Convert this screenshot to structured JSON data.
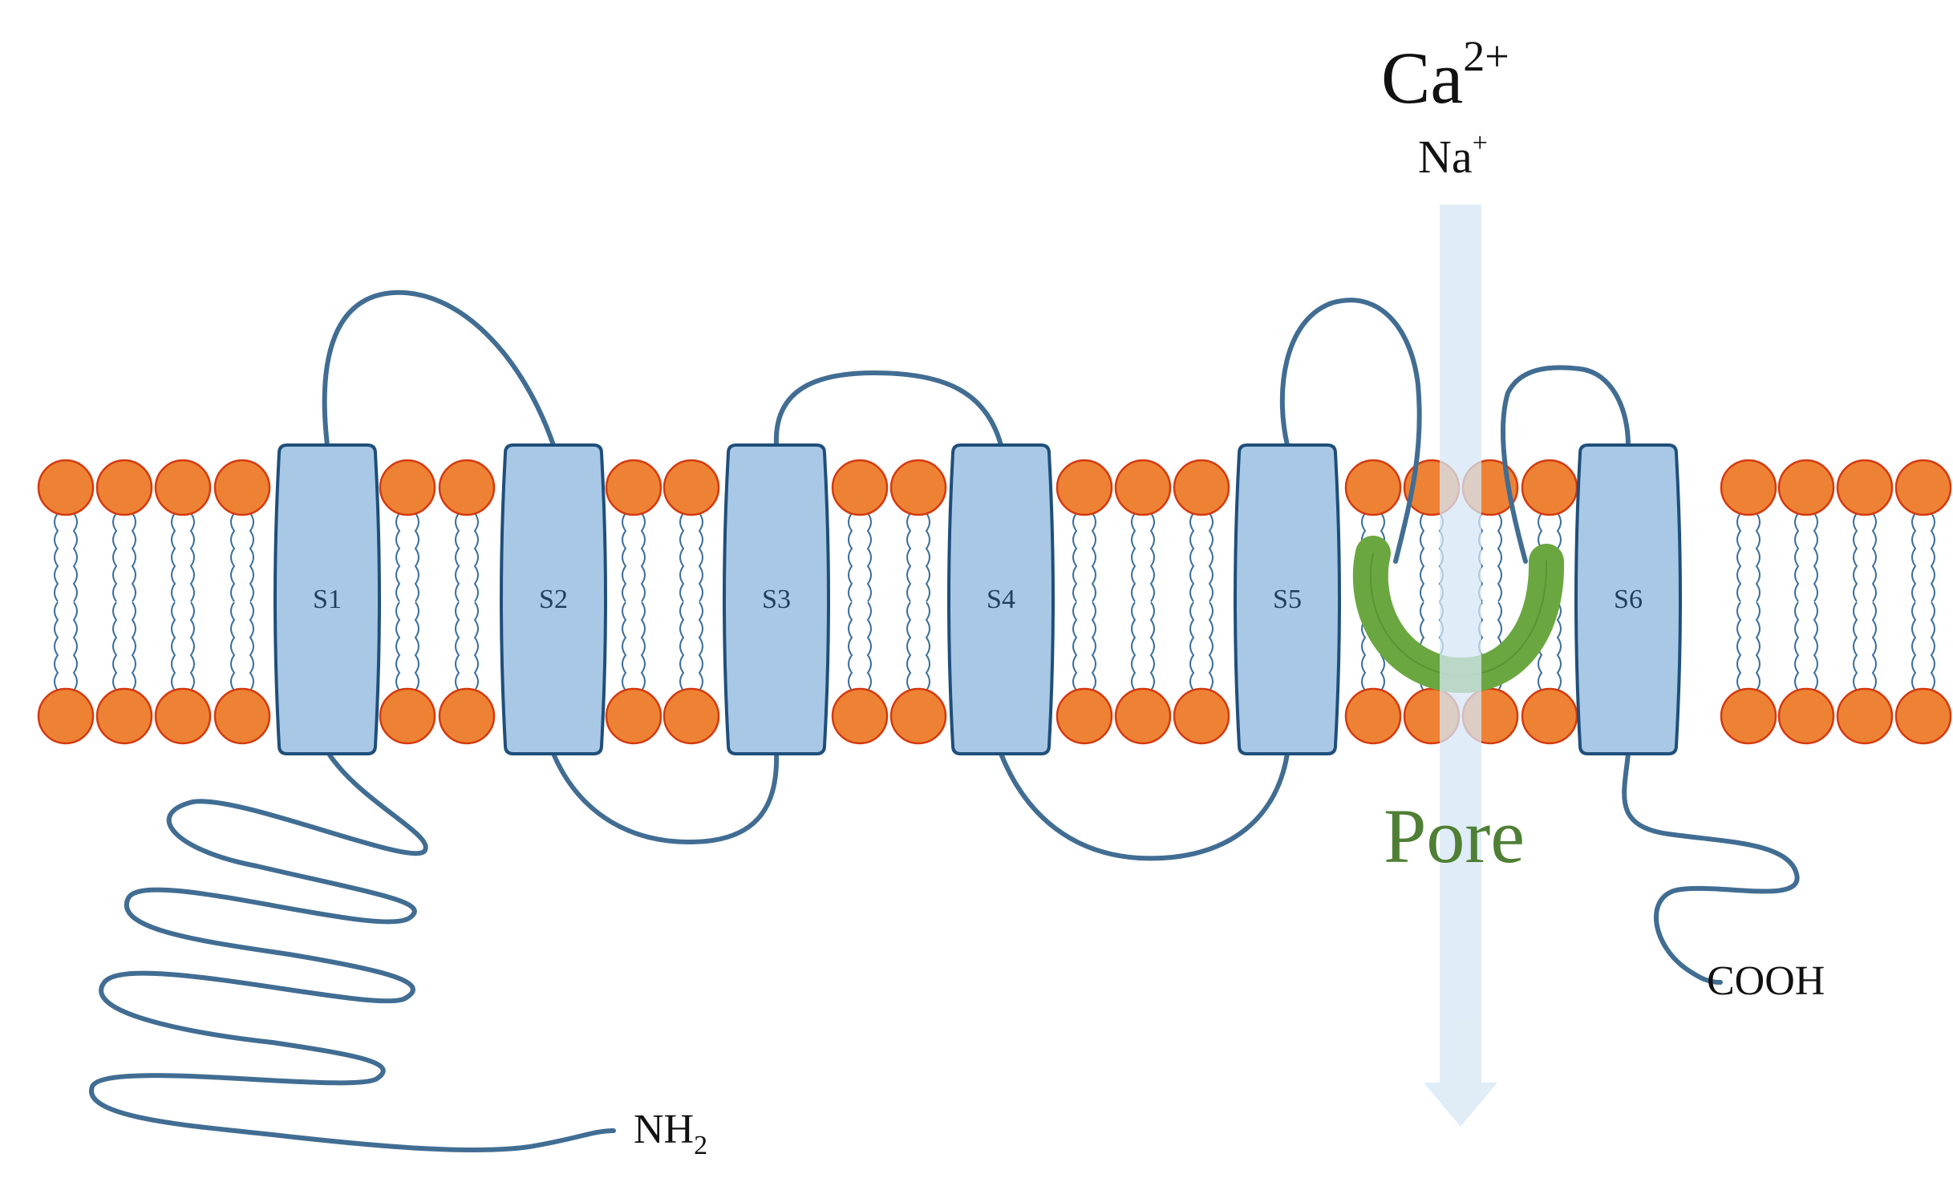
{
  "labels": {
    "ion_primary": "Ca",
    "ion_primary_charge": "2+",
    "ion_secondary": "Na",
    "ion_secondary_charge": "+",
    "pore": "Pore",
    "n_terminus": "NH",
    "n_terminus_sub": "2",
    "c_terminus": "COOH"
  },
  "segments": [
    "S1",
    "S2",
    "S3",
    "S4",
    "S5",
    "S6"
  ],
  "colors": {
    "head": "#ee8234",
    "head_stroke": "#d43a10",
    "tail": "#3d6f9c",
    "helix_fill": "#a8c8e6",
    "helix_stroke": "#1f4f7a",
    "chain": "#416d93",
    "pore": "#6aa740",
    "pore_text": "#4f7f35",
    "arrow": "#d6e7f5"
  }
}
